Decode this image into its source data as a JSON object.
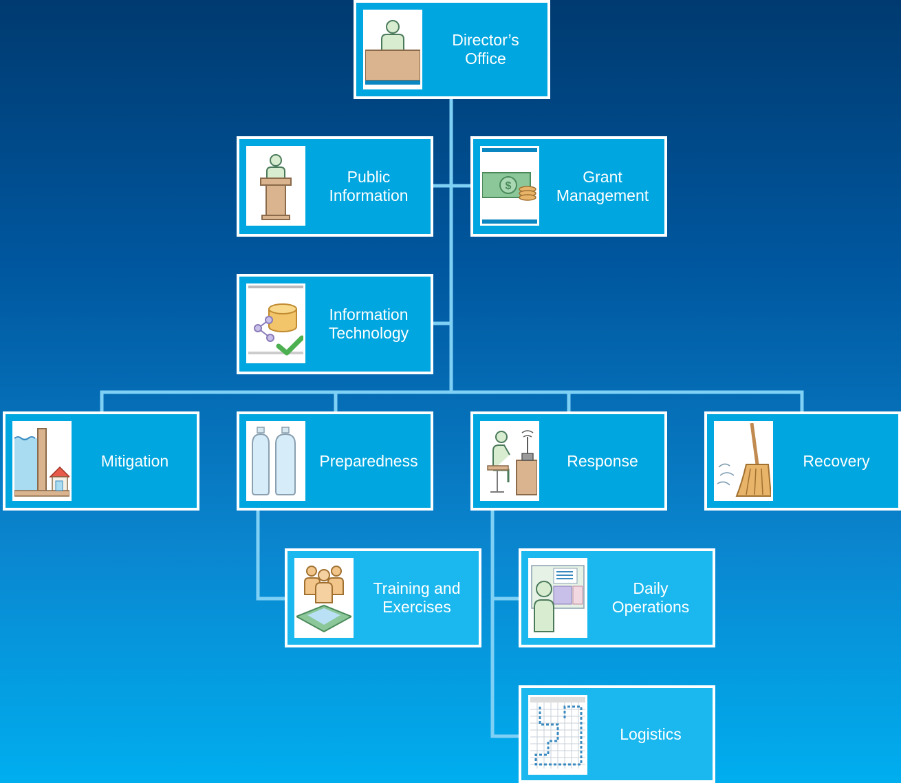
{
  "colors": {
    "background_top": "#003a70",
    "background_bottom": "#00aeef",
    "box_fill": "#00a6df",
    "box_fill_light": "#1ab8ee",
    "box_border": "#ffffff",
    "connector": "#7fd0f5"
  },
  "nodes": {
    "directors_office": {
      "label": "Director’s\nOffice",
      "icon": "person-at-desk-icon"
    },
    "public_information": {
      "label": "Public\nInformation",
      "icon": "podium-speaker-icon"
    },
    "grant_management": {
      "label": "Grant\nManagement",
      "icon": "money-bill-coins-icon"
    },
    "information_technology": {
      "label": "Information\nTechnology",
      "icon": "database-share-check-icon"
    },
    "mitigation": {
      "label": "Mitigation",
      "icon": "levee-house-icon"
    },
    "preparedness": {
      "label": "Preparedness",
      "icon": "water-bottles-icon"
    },
    "response": {
      "label": "Response",
      "icon": "dispatcher-radio-icon"
    },
    "recovery": {
      "label": "Recovery",
      "icon": "broom-icon"
    },
    "training_and_exercises": {
      "label": "Training and\nExercises",
      "icon": "group-map-icon"
    },
    "daily_operations": {
      "label": "Daily\nOperations",
      "icon": "operations-dashboard-icon"
    },
    "logistics": {
      "label": "Logistics",
      "icon": "grid-route-icon"
    }
  }
}
